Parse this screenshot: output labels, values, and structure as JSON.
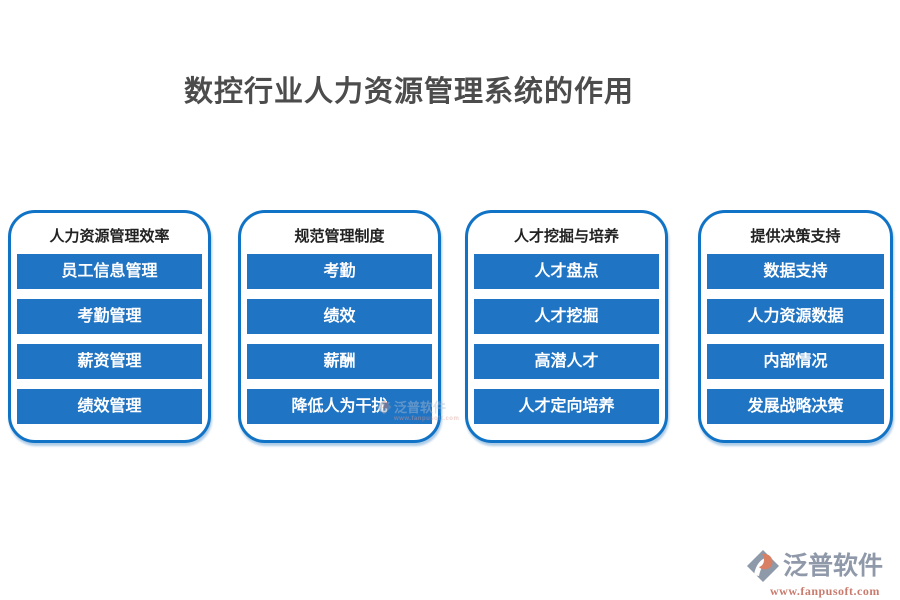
{
  "title": "数控行业人力资源管理系统的作用",
  "columns": [
    {
      "header": "人力资源管理效率",
      "items": [
        "员工信息管理",
        "考勤管理",
        "薪资管理",
        "绩效管理"
      ]
    },
    {
      "header": "规范管理制度",
      "items": [
        "考勤",
        "绩效",
        "薪酬",
        "降低人为干扰"
      ]
    },
    {
      "header": "人才挖掘与培养",
      "items": [
        "人才盘点",
        "人才挖掘",
        "高潜人才",
        "人才定向培养"
      ]
    },
    {
      "header": "提供决策支持",
      "items": [
        "数据支持",
        "人力资源数据",
        "内部情况",
        "发展战略决策"
      ]
    }
  ],
  "watermark": {
    "text": "泛普软件",
    "url": "www.fanpusoft.com"
  },
  "footer_logo": {
    "text": "泛普软件",
    "url": "www.fanpusoft.com"
  },
  "colors": {
    "pill_blue": "#2074c4",
    "card_border_blue": "#1173c6",
    "title_gray": "#4c4c4c",
    "logo_gray": "#8f99a9",
    "logo_url_red": "#c97b6e"
  }
}
